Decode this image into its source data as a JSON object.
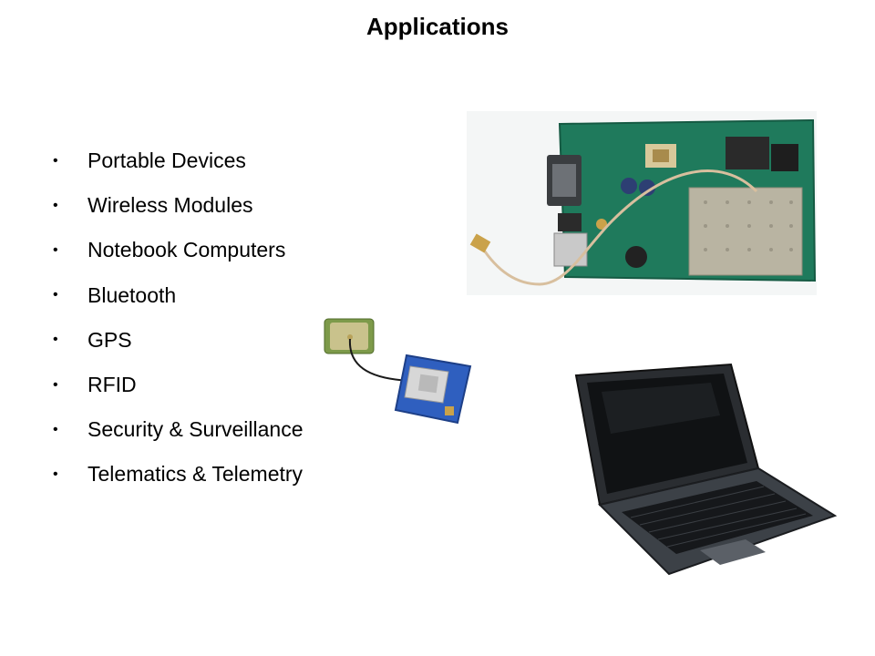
{
  "slide": {
    "title": "Applications",
    "bullets": [
      "Portable Devices",
      "Wireless Modules",
      "Notebook Computers",
      "Bluetooth",
      "GPS",
      "RFID",
      "Security & Surveillance",
      "Telematics & Telemetry"
    ],
    "bullet_glyph": "•"
  },
  "images": {
    "pcb": "router-board-photo",
    "module": "wireless-module-photo",
    "laptop": "laptop-photo"
  },
  "colors": {
    "pcb_green": "#1f7a5c",
    "module_blue": "#2f5fbf",
    "laptop_body": "#2a2d31"
  }
}
